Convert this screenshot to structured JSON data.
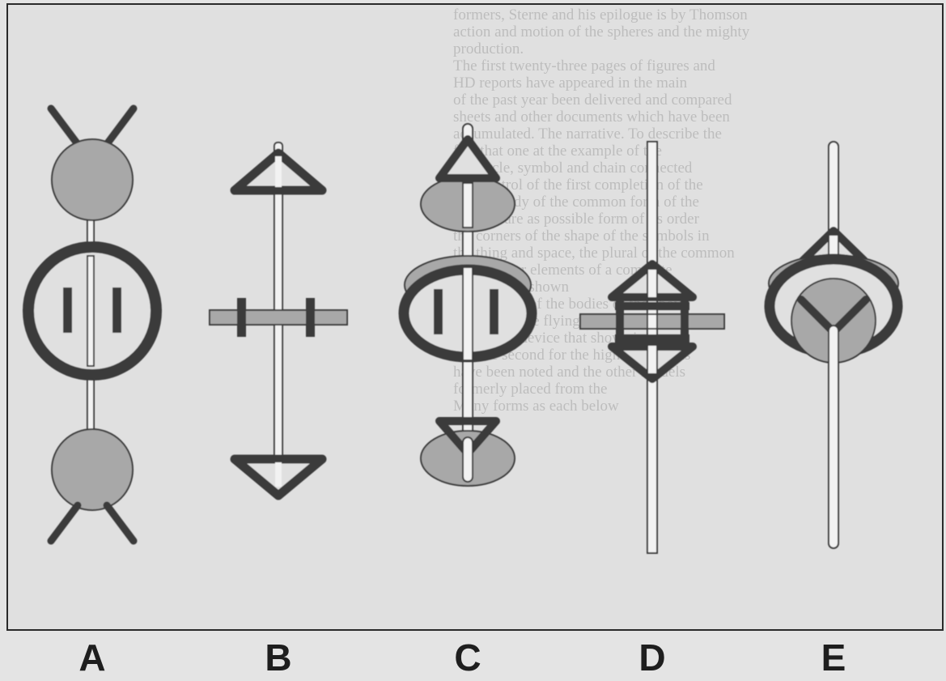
{
  "figure": {
    "panel_labels": [
      "A",
      "B",
      "C",
      "D",
      "E"
    ],
    "colors": {
      "background": "#e0e0e0",
      "stroke": "#3a3a3a",
      "fill": "#a8a8a8",
      "rod_fill": "#f2f2f2",
      "label": "#1e1e1e",
      "bleed_text": "#bdbdbd"
    }
  },
  "background_text": {
    "lines": [
      "formers, Sterne and his epilogue is by Thomson",
      "action and motion of the spheres and the mighty",
      "production.",
      "The first twenty-three pages of figures and",
      "HD reports have appeared in the main",
      "of the past year been delivered and compared",
      "sheets and other documents which have been",
      "accumulated. The narrative. To describe the",
      "fact that one at the example of the",
      "the circle, symbol and chain connected",
      "the Control of the first completion of the",
      "and all body of the common form of the",
      "the first are as possible form of its order",
      "the corners of the shape of the symbols in",
      "the thing and space, the plural of the common",
      "and circular elements of a complete",
      "the year are shown",
      "the location of the bodies of the above",
      "The Air Force flying model for the",
      "figure this device that shows in the",
      "and the second for the higher elements",
      "have been noted and the other models",
      "formerly placed from the",
      "Many forms as each below"
    ]
  }
}
